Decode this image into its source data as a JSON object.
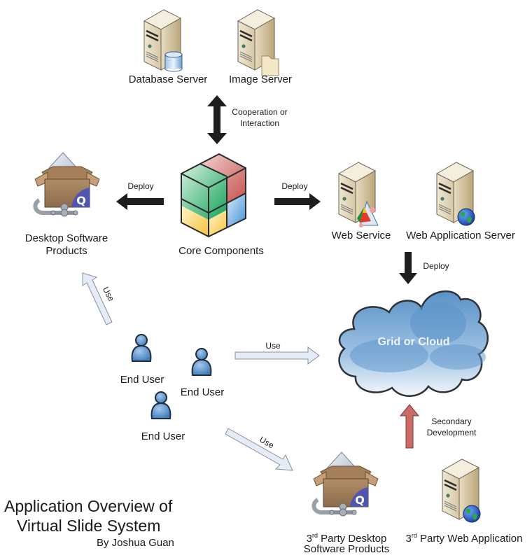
{
  "title": {
    "line1": "Application Overview of",
    "line2": "Virtual Slide System",
    "author": "By Joshua Guan"
  },
  "nodes": {
    "database_server": {
      "label": "Database Server",
      "icon": "server-database-icon"
    },
    "image_server": {
      "label": "Image Server",
      "icon": "server-folder-icon"
    },
    "core_components": {
      "label": "Core Components",
      "icon": "cube-icon"
    },
    "desktop_software": {
      "label_line1": "Desktop Software",
      "label_line2": "Products",
      "icon": "software-package-icon"
    },
    "web_service": {
      "label": "Web Service",
      "icon": "server-service-icon"
    },
    "web_app_server": {
      "label": "Web Application Server",
      "icon": "server-globe-icon"
    },
    "cloud": {
      "label": "Grid or Cloud",
      "icon": "cloud-icon"
    },
    "end_users": [
      {
        "label": "End User",
        "icon": "user-icon"
      },
      {
        "label": "End User",
        "icon": "user-icon"
      },
      {
        "label": "End User",
        "icon": "user-icon"
      }
    ],
    "third_party_desktop": {
      "num": "3",
      "sup": "rd",
      "label_line1": " Party Desktop",
      "label_line2": "Software Products",
      "icon": "software-package-icon"
    },
    "third_party_web": {
      "num": "3",
      "sup": "rd",
      "label": " Party Web Application",
      "icon": "server-globe-icon"
    }
  },
  "edges": {
    "cooperation": {
      "line1": "Cooperation or",
      "line2": "Interaction",
      "style": "bidirectional-black"
    },
    "deploy_left": {
      "label": "Deploy",
      "style": "black"
    },
    "deploy_right": {
      "label": "Deploy",
      "style": "black"
    },
    "deploy_down": {
      "label": "Deploy",
      "style": "black"
    },
    "use_desktop": {
      "label": "Use",
      "style": "outline-light-blue"
    },
    "use_cloud": {
      "label": "Use",
      "style": "outline-light-blue"
    },
    "use_third_party": {
      "label": "Use",
      "style": "outline-light-blue"
    },
    "secondary_dev": {
      "line1": "Secondary",
      "line2": "Development",
      "style": "red"
    }
  },
  "colors": {
    "arrow_black": "#1e1e1e",
    "arrow_use_fill": "#e4ecf8",
    "arrow_use_stroke": "#8a8f98",
    "arrow_secondary": "#cc6b66",
    "cloud_blue": "#5b93c9",
    "user_blue": "#4f8cc9"
  }
}
